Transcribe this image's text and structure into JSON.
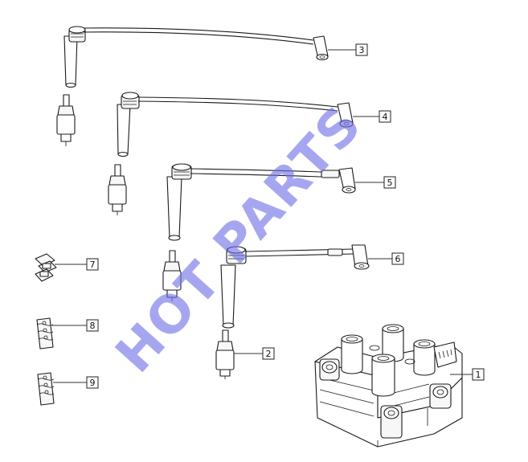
{
  "watermark": {
    "text": "HOT PARTS",
    "color": "#6f6fe6"
  },
  "callouts": {
    "1": "1",
    "2": "2",
    "3": "3",
    "4": "4",
    "5": "5",
    "6": "6",
    "7": "7",
    "8": "8",
    "9": "9"
  }
}
